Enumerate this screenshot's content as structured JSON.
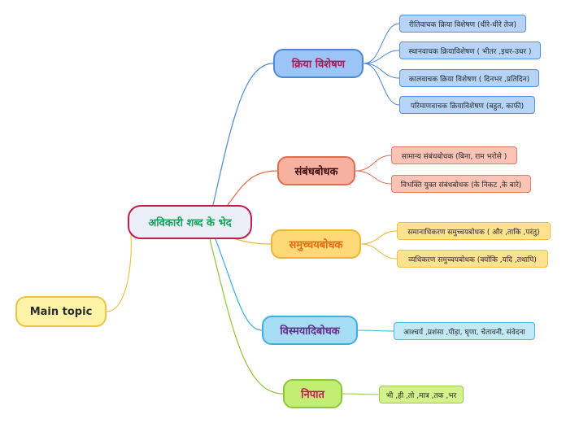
{
  "main_topic": "Main topic",
  "central": "अविकारी शब्द के भेद",
  "branches": [
    {
      "label": "क्रिया विशेषण",
      "children": [
        "रीतिवाचक क्रिया विशेषण (धीरे-धीरे तेज)",
        "स्थानवाचक क्रियाविशेषण ( भीतर ,इधर-उधर )",
        "कालवाचक क्रिया विशेषण ( दिनभर ,प्रतिदिन)",
        "परिमाणवाचक क्रियाविशेषण (बहुत, काफी)"
      ]
    },
    {
      "label": "संबंधबोधक",
      "children": [
        "सामान्य संबंधबोधक  (बिना, राम भरोसे )",
        "विभक्ति युक्त संबंधबोधक  (के निकट ,के बारे)"
      ]
    },
    {
      "label": "समुच्चयबोधक",
      "children": [
        "समानाधिकरण समुच्चयबोधक ( और ,ताकि ,परंतु)",
        "व्यधिकरण समुच्चयबोधक (क्योंकि ,यदि ,तथापि)"
      ]
    },
    {
      "label": "विस्मयादिबोधक",
      "children": [
        "आश्चर्य ,प्रशंसा ,पीड़ा, घृणा, चेतावनी, संवेदना"
      ]
    },
    {
      "label": "निपात",
      "children": [
        "भी ,ही ,तो ,मात्र ,तक ,भर"
      ]
    }
  ],
  "colors": {
    "blue": "#4d88d6",
    "red": "#e36b4d",
    "yellow": "#efb635",
    "cyan": "#3cb1df",
    "green": "#8bc63a",
    "main_link": "#e8c64a"
  }
}
